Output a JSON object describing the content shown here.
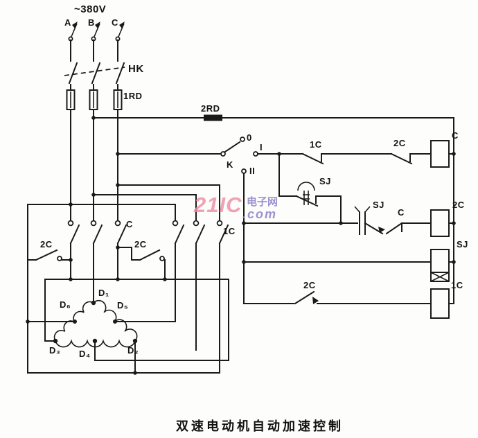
{
  "caption": "双速电动机自动加速控制",
  "power": {
    "supply_voltage": "~380V",
    "phases": [
      "A",
      "B",
      "C"
    ],
    "knife_switch": "HK",
    "main_fuse": "1RD",
    "control_fuse": "2RD",
    "low_speed_contact": "C",
    "high_speed_contact": "1C",
    "star_contact_left": "2C",
    "star_contact_right": "2C",
    "motor_terminals": {
      "d1": "D₁",
      "d2": "D₂",
      "d3": "D₃",
      "d4": "D₄",
      "d5": "D₅",
      "d6": "D₆"
    }
  },
  "control": {
    "selector": {
      "label": "K",
      "positions": [
        "0",
        "I",
        "II"
      ]
    },
    "row1": {
      "interlock1": "1C",
      "interlock2": "2C",
      "coil": "C"
    },
    "branch": {
      "delay_contact": "SJ"
    },
    "row2": {
      "delay_contact": "SJ",
      "aux_contact": "C",
      "coil": "2C"
    },
    "row3": {
      "coil": "SJ"
    },
    "row4": {
      "aux_contact": "2C",
      "coil": "1C"
    }
  },
  "watermark": {
    "brand": "21IC",
    "cn": "电子网",
    "suffix": ".com"
  },
  "colors": {
    "line": "#1a1a1a",
    "watermark_pink": "#ee8da2",
    "watermark_purple": "#8a7bc4"
  }
}
